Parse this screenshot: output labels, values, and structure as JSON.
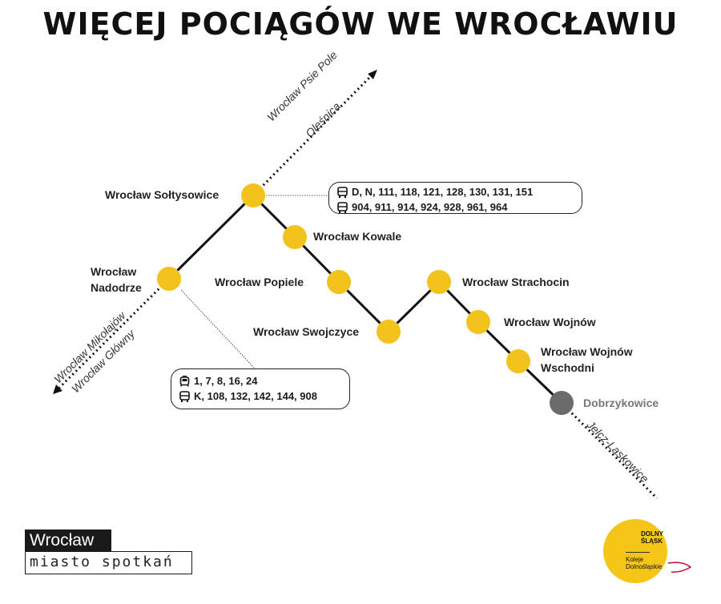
{
  "title": "WIĘCEJ POCIĄGÓW WE WROCŁAWIU",
  "colors": {
    "station": "#f2c31c",
    "terminal": "#6b6b6b",
    "line": "#111111"
  },
  "stations": [
    {
      "id": "soltysowice",
      "name": "Wrocław Sołtysowice"
    },
    {
      "id": "kowale",
      "name": "Wrocław Kowale"
    },
    {
      "id": "nadodrze",
      "name_line1": "Wrocław",
      "name_line2": "Nadodrze"
    },
    {
      "id": "popiele",
      "name": "Wrocław Popiele"
    },
    {
      "id": "strachocin",
      "name": "Wrocław Strachocin"
    },
    {
      "id": "swojczyce",
      "name": "Wrocław Swojczyce"
    },
    {
      "id": "wojnow",
      "name": "Wrocław Wojnów"
    },
    {
      "id": "wojnow_wschodni",
      "name_line1": "Wrocław Wojnów",
      "name_line2": "Wschodni"
    },
    {
      "id": "dobrzykowice",
      "name": "Dobrzykowice"
    }
  ],
  "directions": {
    "northeast": [
      "Wrocław Psie Pole",
      "Oleśnica"
    ],
    "southwest": [
      "Wrocław Mikołajów",
      "Wrocław Główny"
    ],
    "southeast": "Jelcz-Laskowice"
  },
  "connections": {
    "soltysowice": {
      "bus_day": "D, N, 111, 118, 121, 128, 130, 131, 151",
      "bus_more": "904, 911, 914, 924, 928, 961, 964"
    },
    "nadodrze": {
      "tram": "1, 7, 8, 16, 24",
      "bus": "K, 108, 132, 142, 144, 908"
    }
  },
  "logos": {
    "wroclaw_top": "Wrocław",
    "wroclaw_bottom": "miasto spotkań",
    "koleje_top_1": "DOLNY",
    "koleje_top_2": "ŚLĄSK",
    "koleje_bottom_1": "Koleje",
    "koleje_bottom_2": "Dolnośląskie"
  }
}
